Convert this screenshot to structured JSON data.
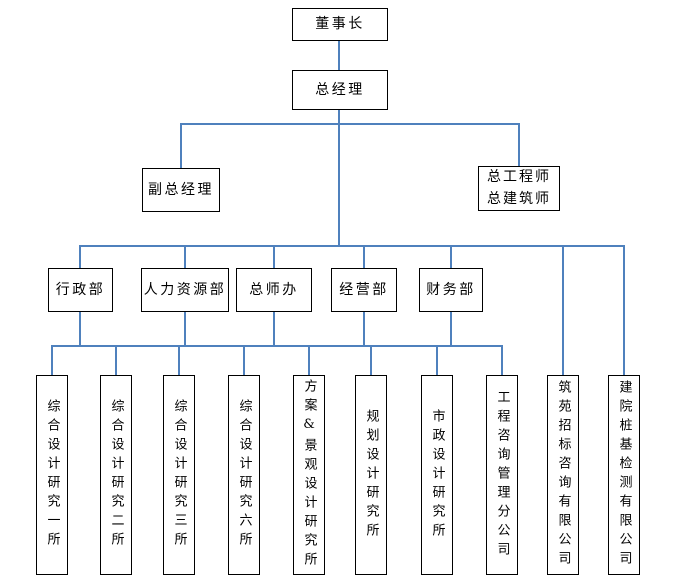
{
  "colors": {
    "connector": "#4f81bd",
    "box_border": "#000000",
    "box_fill": "#ffffff",
    "background": "#ffffff",
    "text": "#000000"
  },
  "org_chart": {
    "chairman": {
      "label": "董事长"
    },
    "general_manager": {
      "label": "总经理"
    },
    "deputy_general_manager": {
      "label": "副总经理"
    },
    "chief_engineer_architect": {
      "line1": "总工程师",
      "line2": "总建筑师"
    },
    "departments": [
      {
        "label": "行政部"
      },
      {
        "label": "人力资源部"
      },
      {
        "label": "总师办"
      },
      {
        "label": "经营部"
      },
      {
        "label": "财务部"
      }
    ],
    "institutes": [
      {
        "label": "综合设计研究一所"
      },
      {
        "label": "综合设计研究二所"
      },
      {
        "label": "综合设计研究三所"
      },
      {
        "label": "综合设计研究六所"
      },
      {
        "label": "方案&景观设计研究所"
      },
      {
        "label": "规划设计研究所"
      },
      {
        "label": "市政设计研究所"
      },
      {
        "label": "工程咨询管理分公司"
      },
      {
        "label": "筑苑招标咨询有限公司"
      },
      {
        "label": "建院桩基检测有限公司"
      }
    ]
  }
}
